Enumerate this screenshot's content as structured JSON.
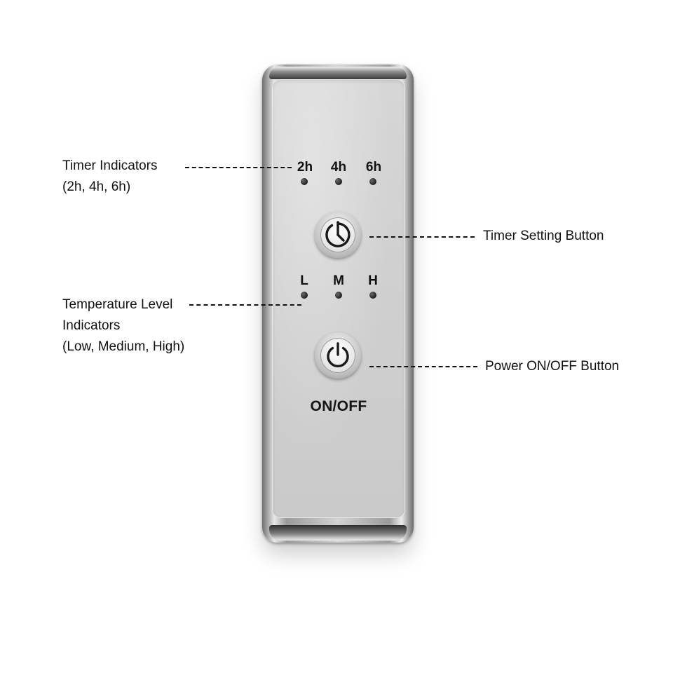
{
  "remote": {
    "timer_labels": [
      "2h",
      "4h",
      "6h"
    ],
    "level_labels": [
      "L",
      "M",
      "H"
    ],
    "onoff_text": "ON/OFF",
    "icons": {
      "timer_button": "clock-icon",
      "power_button": "power-icon"
    }
  },
  "callouts": {
    "timer_indicators": {
      "line1": "Timer Indicators",
      "line2": "(2h, 4h, 6h)"
    },
    "timer_button": "Timer Setting Button",
    "temperature_indicators": {
      "line1": "Temperature Level",
      "line2": "Indicators",
      "line3": "(Low, Medium, High)"
    },
    "power_button": "Power ON/OFF Button"
  },
  "colors": {
    "text": "#111111",
    "background": "#ffffff",
    "panel": "#cfcfcf"
  }
}
